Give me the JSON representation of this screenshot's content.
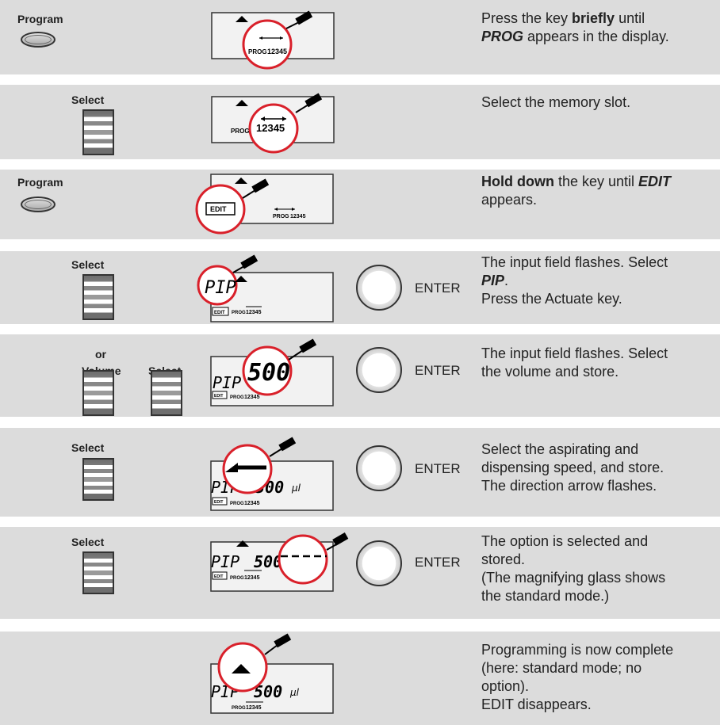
{
  "labels": {
    "program": "Program",
    "select": "Select",
    "or": "or",
    "volume": "Volume",
    "enter": "ENTER"
  },
  "display": {
    "prog": "PROG",
    "slots": "12345",
    "edit": "EDIT",
    "pip": "PIP",
    "volume": "500",
    "unit": "µl"
  },
  "steps": [
    {
      "desc": [
        "Press the key ",
        {
          "b": "briefly"
        },
        " until ",
        {
          "bi": "PROG"
        },
        " appears in the display."
      ]
    },
    {
      "desc": [
        "Select the memory slot."
      ]
    },
    {
      "desc": [
        {
          "b": "Hold down"
        },
        " the key until ",
        {
          "bi": "EDIT"
        },
        " appears."
      ]
    },
    {
      "desc": [
        "The input field flashes. Select ",
        {
          "bi": "PIP"
        },
        ".",
        {
          "br": true
        },
        "Press the Actuate key."
      ]
    },
    {
      "desc": [
        "The input field flashes. Select the volume and store."
      ]
    },
    {
      "desc": [
        "Select the aspirating and dispensing speed, and store.",
        {
          "br": true
        },
        "The direction arrow flashes."
      ]
    },
    {
      "desc": [
        "The option is selected and stored.",
        {
          "br": true
        },
        "(The magnifying glass shows the standard mode.)"
      ]
    },
    {
      "desc": [
        "Programming is now complete (here: standard mode; no option).",
        {
          "br": true
        },
        "EDIT disappears."
      ]
    }
  ],
  "colors": {
    "row_bg": "#dcdcdc",
    "magnifier": "#d9202a",
    "lcd_bg": "#f2f2f2"
  }
}
